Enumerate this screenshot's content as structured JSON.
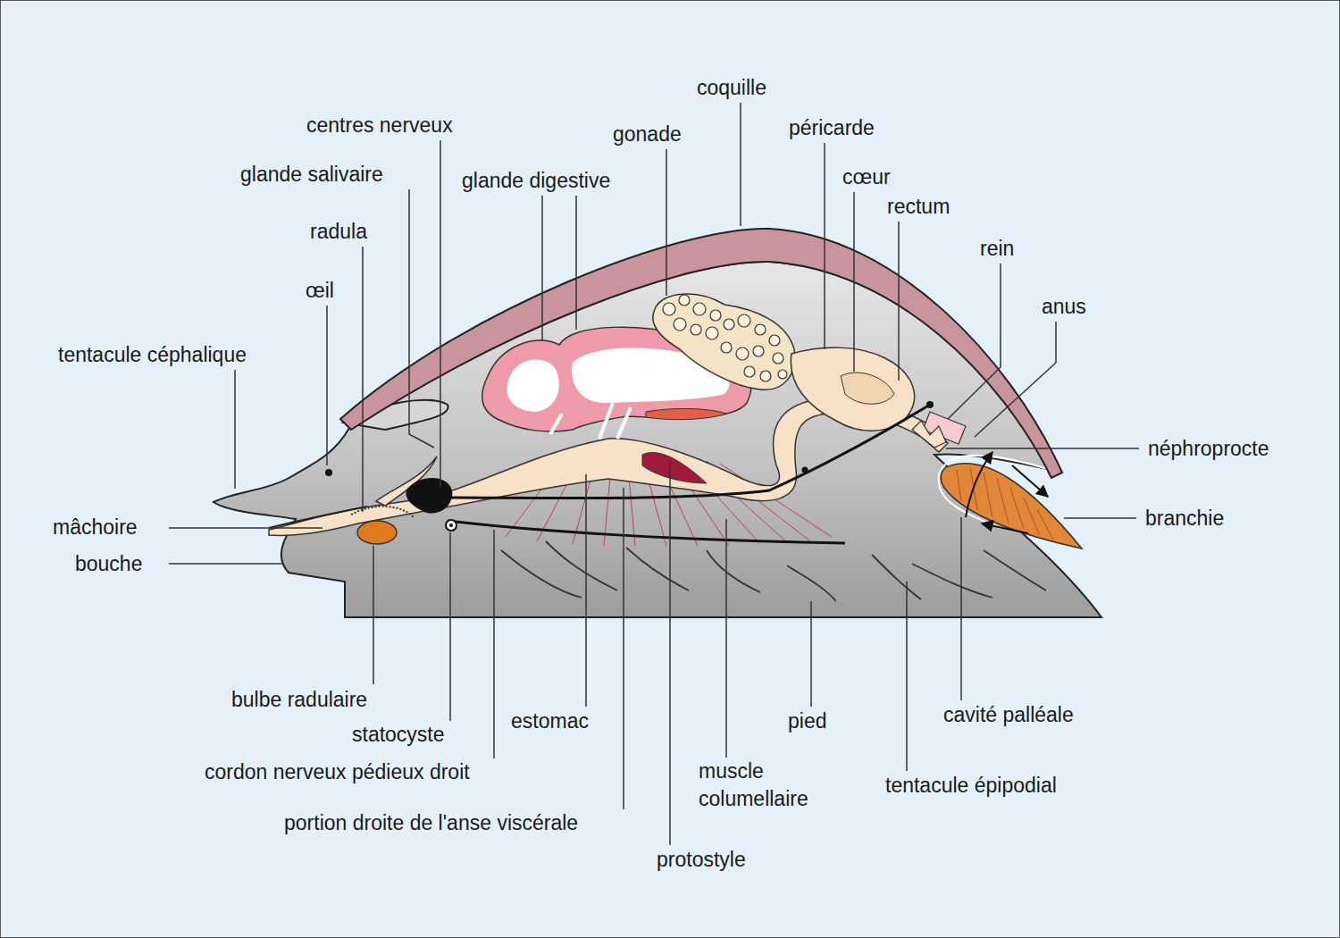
{
  "diagram": {
    "labels": [
      "coquille",
      "centres nerveux",
      "gonade",
      "péricarde",
      "glande salivaire",
      "glande digestive",
      "cœur",
      "rectum",
      "radula",
      "rein",
      "œil",
      "anus",
      "tentacule céphalique",
      "néphroprocte",
      "mâchoire",
      "branchie",
      "bouche",
      "bulbe radulaire",
      "statocyste",
      "estomac",
      "pied",
      "cavité palléale",
      "cordon nerveux pédieux droit",
      "muscle columellaire",
      "tentacule épipodial",
      "portion droite de l'anse viscérale",
      "protostyle"
    ]
  }
}
